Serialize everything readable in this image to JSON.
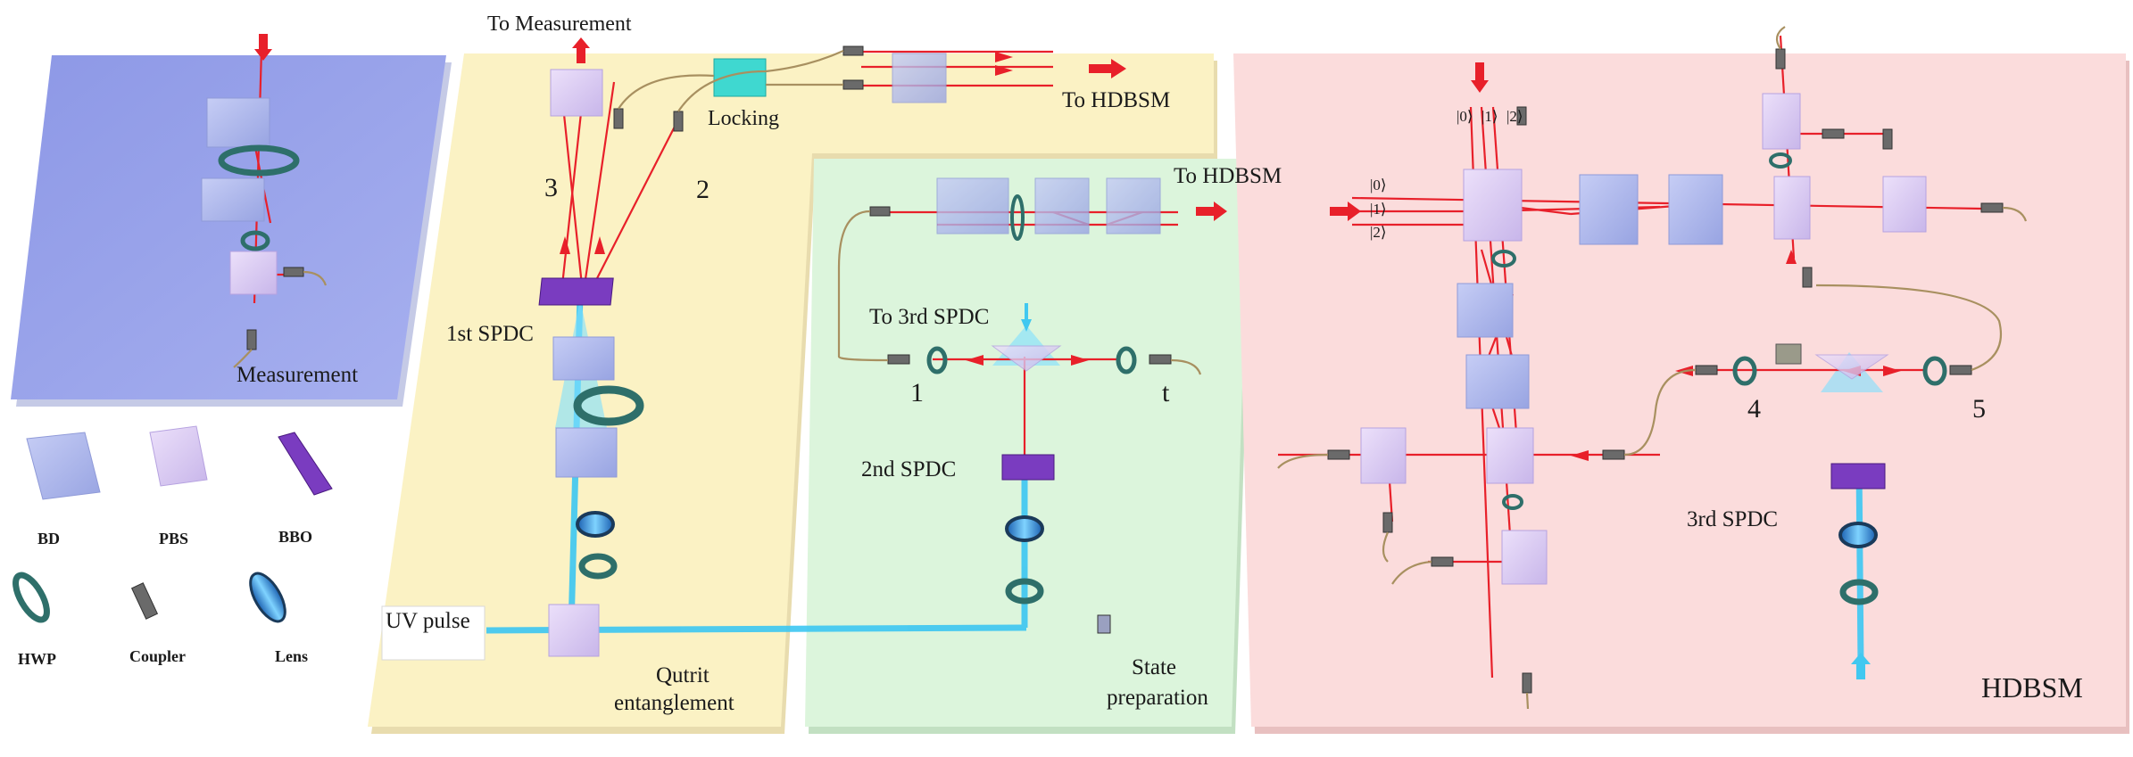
{
  "regions": {
    "measurement": "Measurement",
    "qutrit": "Qutrit entanglement",
    "qutrit_line1": "Qutrit",
    "qutrit_line2": "entanglement",
    "state_prep_line1": "State",
    "state_prep_line2": "preparation",
    "hdbsm": "HDBSM"
  },
  "labels": {
    "to_measurement": "To Measurement",
    "to_hdbsm_top": "To HDBSM",
    "to_hdbsm_mid": "To HDBSM",
    "locking": "Locking",
    "port_3": "3",
    "port_2": "2",
    "first_spdc": "1st SPDC",
    "uv_pulse": "UV pulse",
    "to_third_spdc": "To 3rd SPDC",
    "port_1": "1",
    "port_t": "t",
    "second_spdc": "2nd SPDC",
    "third_spdc": "3rd SPDC",
    "port_4": "4",
    "port_5": "5",
    "ket_top_0": "|0⟩",
    "ket_top_1": "|1⟩",
    "ket_top_2": "|2⟩",
    "ket_side_0": "|0⟩",
    "ket_side_1": "|1⟩",
    "ket_side_2": "|2⟩"
  },
  "legend": {
    "bd": "BD",
    "pbs": "PBS",
    "bbo": "BBO",
    "hwp": "HWP",
    "coupler": "Coupler",
    "lens": "Lens"
  },
  "colors": {
    "measurement_bg": "#9aa4ea",
    "qutrit_bg": "#fbf2c4",
    "state_bg": "#dcf5dc",
    "hdbsm_bg": "#fbdcdc",
    "red_beam": "#e8202a",
    "uv_beam": "#41c8f0",
    "bd": "#b8c2f0",
    "pbs": "#d8c8f0",
    "bbo": "#7a3cc0",
    "fiber": "#a89060"
  }
}
